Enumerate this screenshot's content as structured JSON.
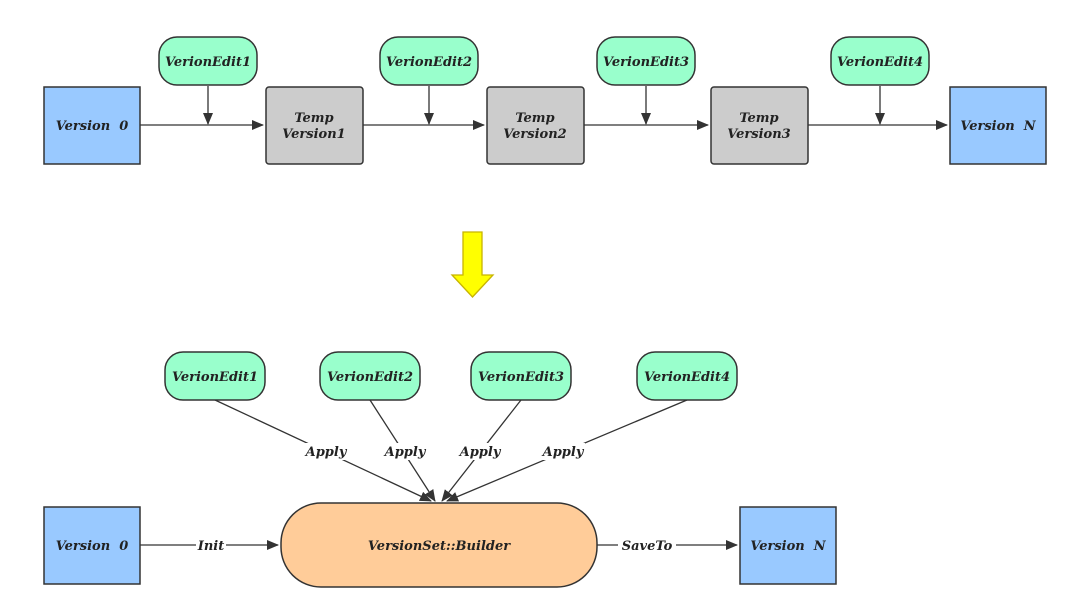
{
  "colors": {
    "version": "#99c9ff",
    "temp": "#cccccc",
    "edit": "#99ffcc",
    "builder": "#ffcc99",
    "big_arrow": "#ffff00",
    "big_arrow_stroke": "#c8b400",
    "line": "#333333",
    "border": "#333333"
  },
  "top": {
    "version0": "Version  0",
    "temp1": [
      "Temp",
      "Version1"
    ],
    "temp2": [
      "Temp",
      "Version2"
    ],
    "temp3": [
      "Temp",
      "Version3"
    ],
    "versionN": "Version  N",
    "edits": [
      "VerionEdit1",
      "VerionEdit2",
      "VerionEdit3",
      "VerionEdit4"
    ]
  },
  "bottom": {
    "version0": "Version  0",
    "builder": "VersionSet::Builder",
    "versionN": "Version  N",
    "edits": [
      "VerionEdit1",
      "VerionEdit2",
      "VerionEdit3",
      "VerionEdit4"
    ],
    "apply_labels": [
      "Apply",
      "Apply",
      "Apply",
      "Apply"
    ],
    "init_label": "Init",
    "saveto_label": "SaveTo"
  }
}
